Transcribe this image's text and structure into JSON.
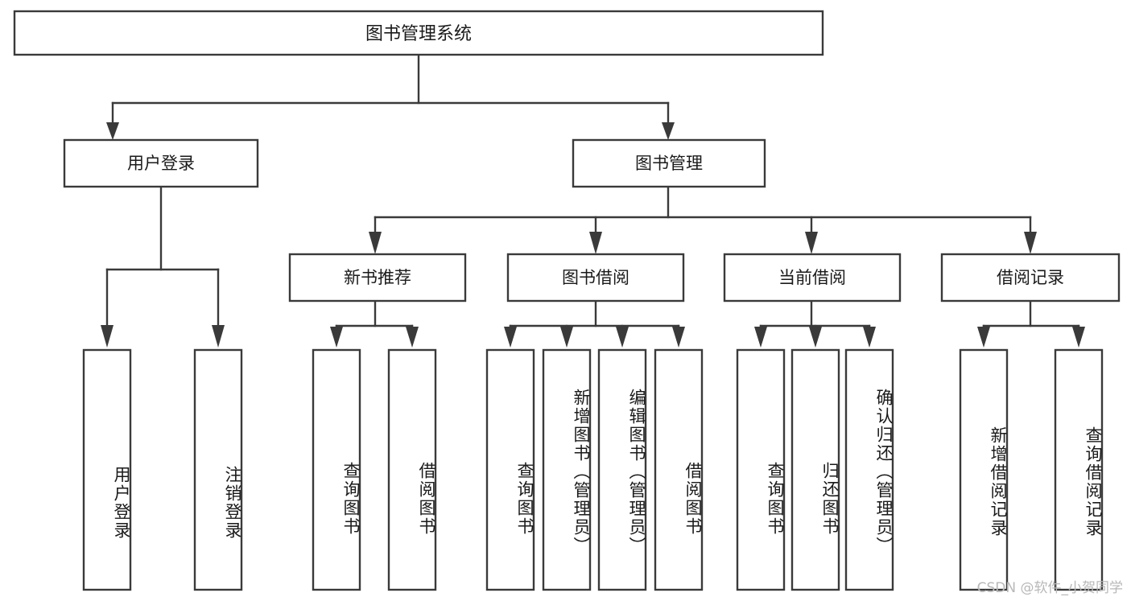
{
  "diagram": {
    "type": "tree-hierarchy",
    "title": "图书管理系统",
    "root": {
      "id": "root",
      "label": "图书管理系统",
      "orientation": "horizontal"
    },
    "level2": [
      {
        "id": "user-login",
        "label": "用户登录",
        "orientation": "horizontal"
      },
      {
        "id": "book-management",
        "label": "图书管理",
        "orientation": "horizontal"
      }
    ],
    "level3": [
      {
        "id": "new-book-recommend",
        "label": "新书推荐",
        "orientation": "horizontal",
        "parent": "book-management"
      },
      {
        "id": "book-borrow",
        "label": "图书借阅",
        "orientation": "horizontal",
        "parent": "book-management"
      },
      {
        "id": "current-borrow",
        "label": "当前借阅",
        "orientation": "horizontal",
        "parent": "book-management"
      },
      {
        "id": "borrow-record",
        "label": "借阅记录",
        "orientation": "horizontal",
        "parent": "book-management"
      }
    ],
    "leaves": [
      {
        "id": "leaf-user-login",
        "label": "用户登录",
        "parent": "user-login",
        "orientation": "vertical"
      },
      {
        "id": "leaf-logout",
        "label": "注销登录",
        "parent": "user-login",
        "orientation": "vertical"
      },
      {
        "id": "leaf-query-book-1",
        "label": "查询图书",
        "parent": "new-book-recommend",
        "orientation": "vertical"
      },
      {
        "id": "leaf-borrow-book-1",
        "label": "借阅图书",
        "parent": "new-book-recommend",
        "orientation": "vertical"
      },
      {
        "id": "leaf-query-book-2",
        "label": "查询图书",
        "parent": "book-borrow",
        "orientation": "vertical"
      },
      {
        "id": "leaf-add-book",
        "label": "新增图书（管理员）",
        "parent": "book-borrow",
        "orientation": "vertical"
      },
      {
        "id": "leaf-edit-book",
        "label": "编辑图书（管理员）",
        "parent": "book-borrow",
        "orientation": "vertical"
      },
      {
        "id": "leaf-borrow-book-2",
        "label": "借阅图书",
        "parent": "book-borrow",
        "orientation": "vertical"
      },
      {
        "id": "leaf-query-book-3",
        "label": "查询图书",
        "parent": "current-borrow",
        "orientation": "vertical"
      },
      {
        "id": "leaf-return-book",
        "label": "归还图书",
        "parent": "current-borrow",
        "orientation": "vertical"
      },
      {
        "id": "leaf-confirm-return",
        "label": "确认归还（管理员）",
        "parent": "current-borrow",
        "orientation": "vertical"
      },
      {
        "id": "leaf-add-record",
        "label": "新增借阅记录",
        "parent": "borrow-record",
        "orientation": "vertical"
      },
      {
        "id": "leaf-query-record",
        "label": "查询借阅记录",
        "parent": "borrow-record",
        "orientation": "vertical"
      }
    ]
  },
  "watermark": {
    "text": "CSDN @软件_小贺同学"
  },
  "colors": {
    "box_border": "#3a3a3a",
    "box_fill": "#ffffff",
    "text": "#1a1a1a",
    "connector": "#3a3a3a",
    "watermark": "#b8b8b8",
    "background": "#ffffff"
  }
}
